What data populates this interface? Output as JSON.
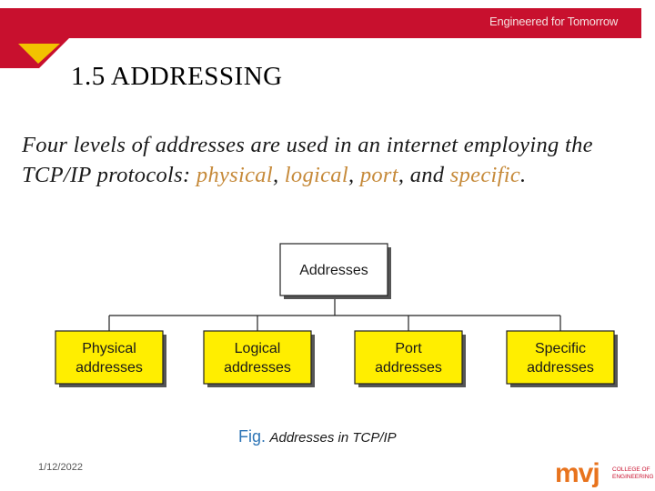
{
  "header": {
    "tagline": "Engineered for Tomorrow",
    "title": "1.5   ADDRESSING"
  },
  "body": {
    "intro_before": "Four levels of addresses are used in an internet employing the TCP/IP protocols: ",
    "term_1": "physical",
    "sep_1": ", ",
    "term_2": "logical",
    "sep_2": ", ",
    "term_3": "port",
    "sep_3": ", and ",
    "term_4": "specific",
    "end": "."
  },
  "diagram": {
    "root": [
      "Addresses"
    ],
    "children": [
      [
        "Physical",
        "addresses"
      ],
      [
        "Logical",
        "addresses"
      ],
      [
        "Port",
        "addresses"
      ],
      [
        "Specific",
        "addresses"
      ]
    ]
  },
  "caption": {
    "prefix": "Fig.",
    "text": "Addresses in TCP/IP"
  },
  "footer": {
    "date": "1/12/2022",
    "logo_text": "mvj",
    "logo_sub_1": "COLLEGE OF",
    "logo_sub_2": "ENGINEERING"
  },
  "colors": {
    "banner": "#c8102e",
    "accent_term": "#c68a3a",
    "box_yellow": "#ffee00",
    "caption_prefix": "#2e75b6",
    "logo_orange": "#e8731d"
  }
}
